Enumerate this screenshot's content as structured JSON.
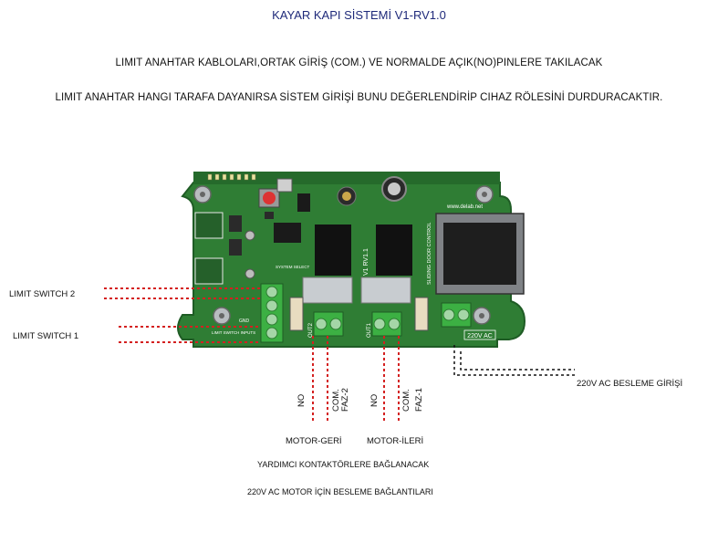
{
  "title": "KAYAR KAPI SİSTEMİ V1-RV1.0",
  "notes": {
    "line1": "LIMIT ANAHTAR KABLOLARI,ORTAK GİRİŞ (COM.) VE NORMALDE AÇIK(NO)PINLERE TAKILACAK",
    "line2": "LIMIT ANAHTAR HANGI TARAFA DAYANIRSA SİSTEM GİRİŞİ BUNU DEĞERLENDİRİP CIHAZ RÖLESİNİ DURDURACAKTIR."
  },
  "labels": {
    "limit_switch_2": "LIMIT SWITCH  2",
    "limit_switch_1": "LIMIT SWITCH 1",
    "supply_input": "220V AC BESLEME GİRİŞİ",
    "motor_back": "MOTOR-GERİ",
    "motor_forward": "MOTOR-İLERİ",
    "aux_contactors": "YARDIMCI KONTAKTÖRLERE BAĞLANACAK",
    "motor_supply": "220V AC MOTOR İÇİN BESLEME BAĞLANTILARI"
  },
  "out2_pins": {
    "no": "NO",
    "com": "COM.",
    "faz": "FAZ-2"
  },
  "out1_pins": {
    "no": "NO",
    "com": "COM.",
    "faz": "FAZ-1"
  },
  "board": {
    "main_label": "V1 RV1.1",
    "product_label": "SLIDING DOOR CONTROL",
    "website": "www.delab.net",
    "ac_label": "220V AC",
    "out1_label": "OUT1",
    "out2_label": "OUT2",
    "limit_label": "LIMIT SWITCH INPUTS",
    "gnd_label": "GND",
    "system_select_label": "SYSTEM SELECT"
  },
  "colors": {
    "pcb": "#2f7d34",
    "pcb_dark": "#1f5c25",
    "terminal": "#3cb043",
    "relay": "#c8ccd0",
    "wire": "#d42020",
    "title": "#1f2a7a"
  }
}
